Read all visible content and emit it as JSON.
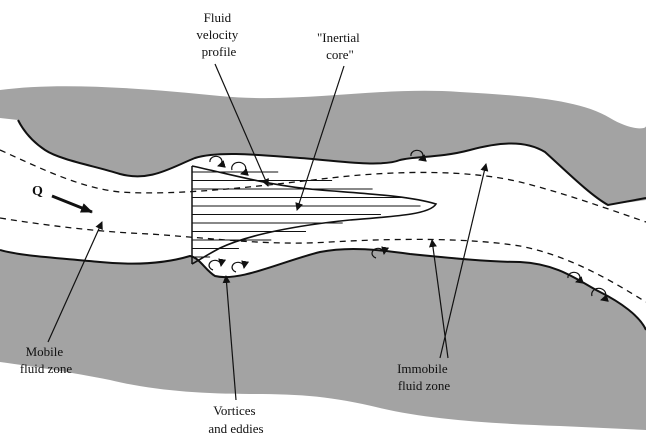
{
  "labels": {
    "fluid_velocity_profile": [
      "Fluid",
      "velocity",
      "profile"
    ],
    "inertial_core": [
      "\"Inertial",
      "core\""
    ],
    "flow": "Q",
    "mobile_fluid_zone": [
      "Mobile",
      "fluid zone"
    ],
    "vortices_and_eddies": [
      "Vortices",
      "and eddies"
    ],
    "immobile_fluid_zone": [
      "Immobile",
      "fluid zone"
    ]
  },
  "colors": {
    "rock": "#a3a3a3",
    "ink": "#111111",
    "background": "#ffffff"
  }
}
